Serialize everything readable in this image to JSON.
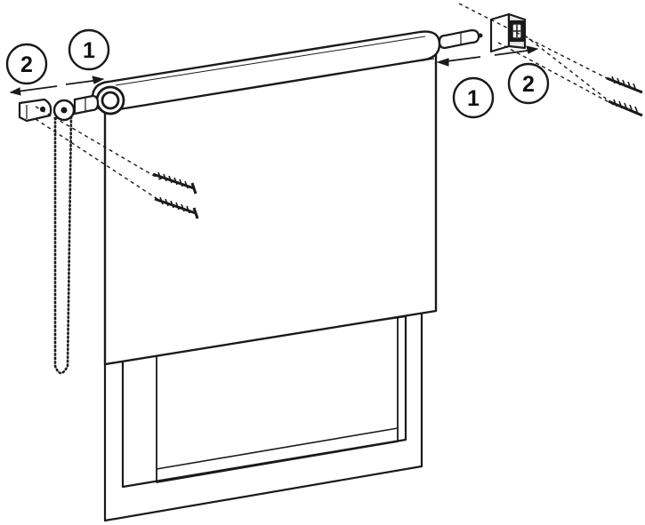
{
  "diagram": {
    "colors": {
      "line": "#1a1a1a",
      "fill": "#ffffff"
    },
    "steps": {
      "left_two": "2",
      "left_one": "1",
      "right_one": "1",
      "right_two": "2"
    },
    "icons": [
      "roller-blind",
      "left-bracket",
      "right-bracket",
      "end-plug",
      "chain-pulley",
      "screw",
      "arrow",
      "window-frame"
    ]
  }
}
